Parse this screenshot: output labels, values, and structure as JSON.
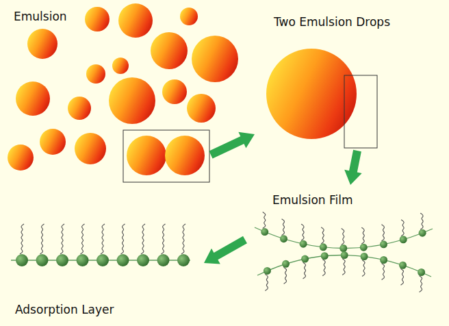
{
  "diagram": {
    "labels": [
      "Emulsion",
      "Two Emulsion Drops",
      "Emulsion Film",
      "Adsorption Layer"
    ]
  }
}
